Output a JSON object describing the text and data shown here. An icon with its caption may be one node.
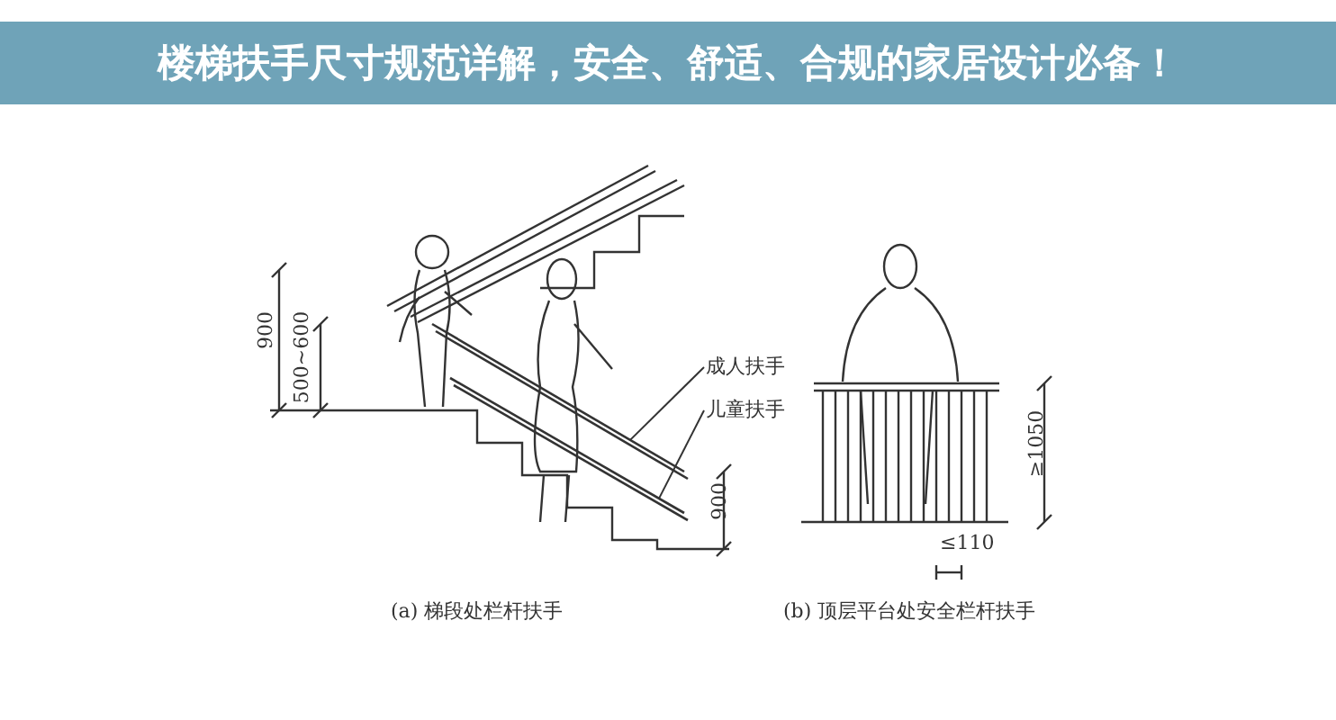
{
  "diagram": {
    "title": "楼梯扶手尺寸规范详解，安全、舒适、合规的家居设计必备！",
    "nodes": [
      {
        "text": [
          "成人扶手"
        ]
      },
      {
        "text": [],
        "shape": "bar"
      },
      {
        "text": [
          "儿童扶手"
        ]
      },
      {
        "text": [],
        "shape": "bar"
      }
    ],
    "edges": [
      {
        "from": 0,
        "to": 1,
        "arrow": "none"
      },
      {
        "from": 2,
        "to": 3,
        "arrow": "none"
      }
    ],
    "labels": [
      "900",
      "500~600",
      "900",
      "≥1050",
      "≤110",
      "(a) 梯段处栏杆扶手",
      "(b) 顶层平台处安全栏杆扶手"
    ]
  }
}
